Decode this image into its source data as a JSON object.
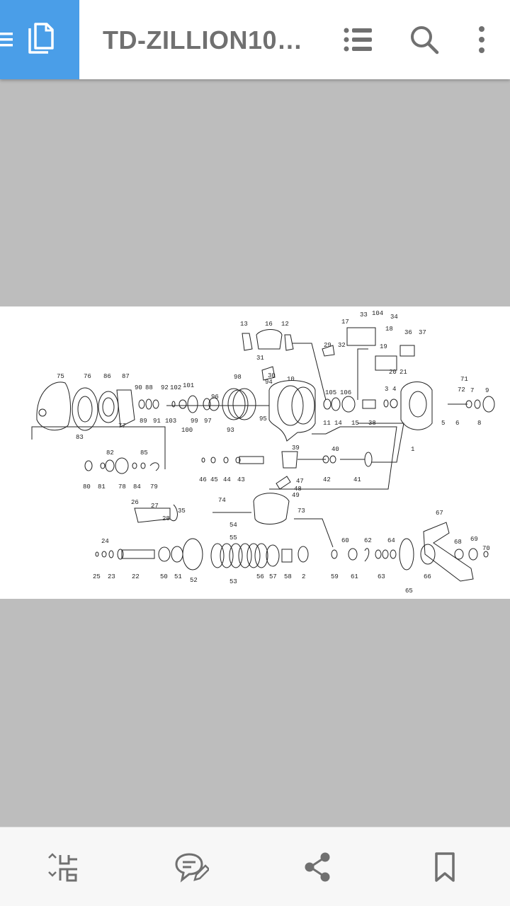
{
  "appbar": {
    "title": "TD-ZILLION100...",
    "icons": [
      "menu-icon",
      "document-pages-icon",
      "outline-list-icon",
      "search-icon",
      "more-vert-icon"
    ],
    "accent_color": "#4a9ee8"
  },
  "diagram": {
    "part_numbers": [
      "1",
      "2",
      "3",
      "4",
      "5",
      "6",
      "7",
      "8",
      "9",
      "10",
      "11",
      "12",
      "13",
      "14",
      "15",
      "16",
      "17",
      "18",
      "19",
      "20",
      "21",
      "22",
      "23",
      "24",
      "25",
      "26",
      "27",
      "28",
      "29",
      "30",
      "31",
      "32",
      "33",
      "34",
      "35",
      "36",
      "37",
      "38",
      "39",
      "40",
      "41",
      "42",
      "43",
      "44",
      "45",
      "46",
      "47",
      "48",
      "49",
      "50",
      "51",
      "52",
      "53",
      "54",
      "55",
      "56",
      "57",
      "58",
      "59",
      "60",
      "61",
      "62",
      "63",
      "64",
      "65",
      "66",
      "67",
      "68",
      "69",
      "70",
      "71",
      "72",
      "73",
      "74",
      "75",
      "76",
      "77",
      "78",
      "79",
      "80",
      "81",
      "82",
      "83",
      "84",
      "85",
      "86",
      "87",
      "88",
      "89",
      "90",
      "91",
      "92",
      "93",
      "94",
      "95",
      "96",
      "97",
      "98",
      "99",
      "100",
      "101",
      "102",
      "103",
      "104",
      "105",
      "106"
    ]
  },
  "bottombar": {
    "icons": [
      "collapse-icon",
      "comment-edit-icon",
      "share-icon",
      "bookmark-icon"
    ]
  }
}
